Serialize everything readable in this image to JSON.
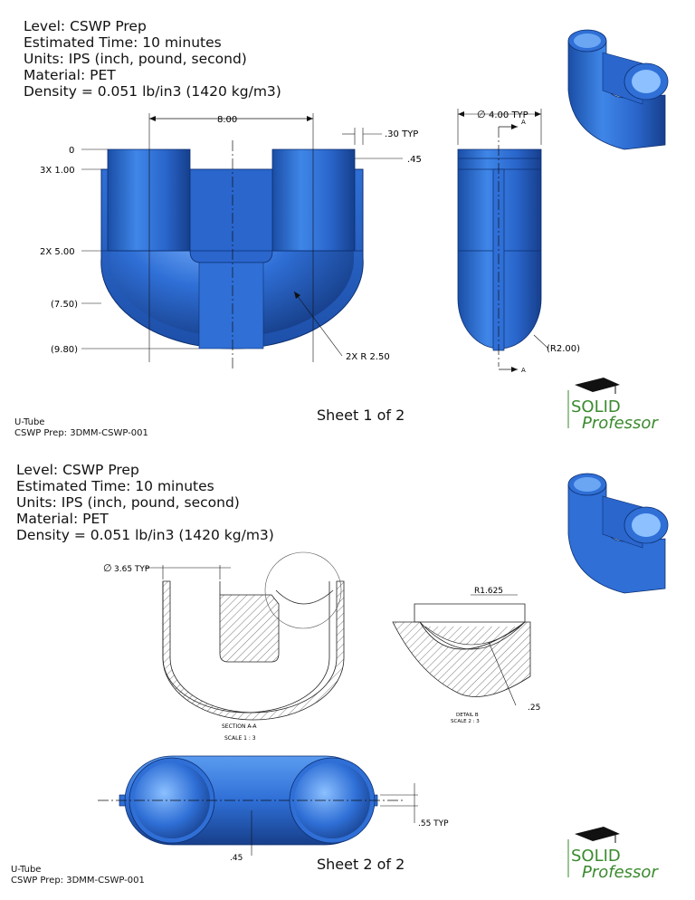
{
  "sheets": [
    {
      "info": {
        "level": "Level: CSWP Prep",
        "time": "Estimated Time: 10 minutes",
        "units": "Units: IPS (inch, pound, second)",
        "material": "Material: PET",
        "density": "Density = 0.051 lb/in3 (1420 kg/m3)"
      },
      "dims": {
        "width": "8.00",
        "wall_typ": ".30 TYP",
        "lip": ".45",
        "dia": "4.00 TYP",
        "ord0": "0",
        "ord1": "3X 1.00",
        "ord2": "2X 5.00",
        "ord3": "(7.50)",
        "ord4": "(9.80)",
        "radius": "2X R 2.50",
        "r_ref": "(R2.00)",
        "sec_a": "A"
      },
      "sheet_label": "Sheet 1 of 2",
      "footer": {
        "part": "U-Tube",
        "code": "CSWP Prep: 3DMM-CSWP-001"
      }
    },
    {
      "info": {
        "level": "Level: CSWP Prep",
        "time": "Estimated Time: 10 minutes",
        "units": "Units: IPS (inch, pound, second)",
        "material": "Material: PET",
        "density": "Density = 0.051 lb/in3 (1420 kg/m3)"
      },
      "dims": {
        "dia": "3.65 TYP",
        "section_title": "SECTION A-A",
        "section_scale": "SCALE 1 : 3",
        "detail_r": "R1.625",
        "detail_t": ".25",
        "detail_title": "DETAIL B",
        "detail_scale": "SCALE 2 : 3",
        "typ": ".55 TYP",
        "bottom": ".45"
      },
      "sheet_label": "Sheet 2 of 2",
      "footer": {
        "part": "U-Tube",
        "code": "CSWP Prep: 3DMM-CSWP-001"
      }
    }
  ],
  "logo": {
    "line1": "SOLID",
    "line2": "Professor"
  },
  "colors": {
    "part_blue": "#2f6fd6",
    "part_dark": "#1b4fa8",
    "part_light": "#5a9bf0",
    "logo_green": "#3a8a2e"
  }
}
